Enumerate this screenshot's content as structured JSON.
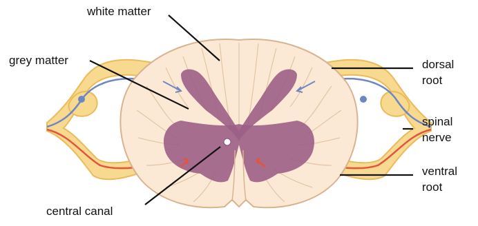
{
  "labels": {
    "white_matter": "white matter",
    "grey_matter": "grey matter",
    "dorsal_root": [
      "dorsal",
      "root"
    ],
    "spinal_nerve": [
      "spinal",
      "nerve"
    ],
    "ventral_root": [
      "ventral",
      "root"
    ],
    "central_canal": "central canal"
  },
  "colors": {
    "white_matter": "#fbe9d6",
    "white_matter_edge": "#d9b38f",
    "grey_matter": "#9c5f86",
    "nerve_sheath": "#f7d98f",
    "nerve_sheath_edge": "#e9bb5a",
    "sensory_fiber": "#6f86c2",
    "motor_fiber": "#e2553d",
    "leader_line": "#111111"
  }
}
